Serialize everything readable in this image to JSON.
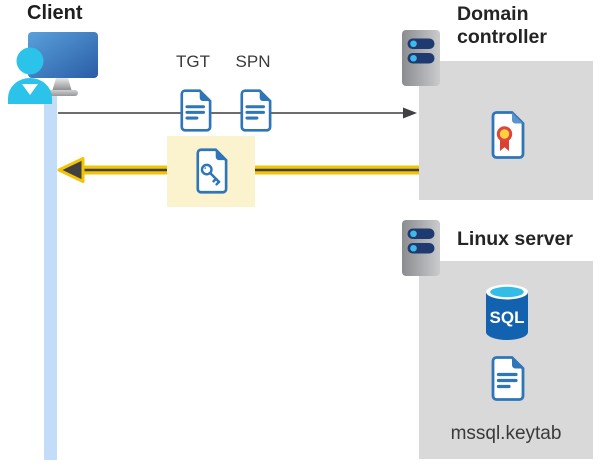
{
  "client": {
    "label": "Client"
  },
  "tickets": {
    "tgt_label": "TGT",
    "spn_label": "SPN"
  },
  "domain_controller": {
    "label": "Domain controller"
  },
  "linux_server": {
    "label": "Linux server",
    "sql_label": "SQL",
    "keytab_label": "mssql.keytab"
  },
  "icons": {
    "client": "user-workstation-icon",
    "tgt": "document-icon",
    "spn": "document-icon",
    "keytab_response": "key-document-icon",
    "domain_controller": "server-icon",
    "certificate": "certificate-icon",
    "linux_server": "server-icon",
    "sql_database": "sql-database-icon",
    "keytab_file": "document-icon"
  },
  "colors": {
    "accent_yellow": "#f2c500",
    "highlight_yellow": "#fbf3cd",
    "doc_blue": "#2e75b9",
    "box_gray": "#d9d9d9",
    "lifeline_blue": "#c3dcf8",
    "arrow_gray": "#57585a",
    "arrowhead_dark": "#404042",
    "sql_blue": "#1262af",
    "sql_top_cyan": "#31bde6",
    "person_cyan": "#2cc3ea",
    "server_slot_navy": "#1e3a70",
    "server_dot_blue": "#3fb9ea",
    "rosette_yellow": "#fed23f",
    "rosette_red": "#d84136"
  }
}
